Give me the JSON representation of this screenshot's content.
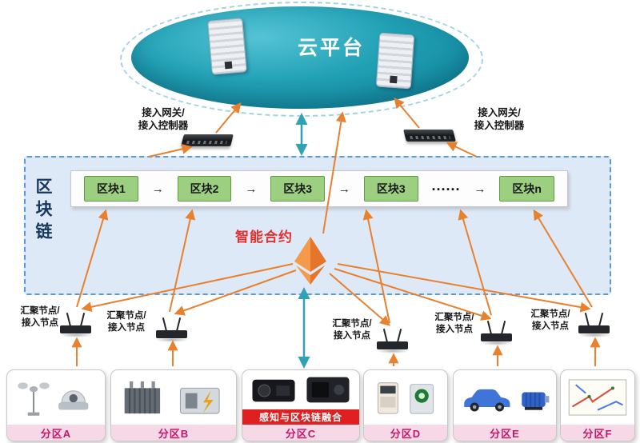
{
  "cloud": {
    "label": "云平台"
  },
  "gateway_left": {
    "line1": "接入网关/",
    "line2": "接入控制器"
  },
  "gateway_right": {
    "line1": "接入网关/",
    "line2": "接入控制器"
  },
  "blockchain": {
    "label": "区块链",
    "blocks": [
      "区块1",
      "区块2",
      "区块3",
      "区块3"
    ],
    "dots": "......",
    "block_n": "区块n",
    "arrow": "→",
    "smart_contract": "智能合约"
  },
  "node_label": {
    "line1": "汇聚节点/",
    "line2": "接入节点"
  },
  "partitions": [
    {
      "name": "分区A"
    },
    {
      "name": "分区B"
    },
    {
      "name": "分区C",
      "fusion_label": "感知与区块链融合"
    },
    {
      "name": "分区D"
    },
    {
      "name": "分区E"
    },
    {
      "name": "分区F"
    }
  ],
  "colors": {
    "cloud_teal": "#1a97ad",
    "box_border_blue": "#5b9bd5",
    "block_green": "#9ccf7f",
    "arrow_orange": "#e8802e",
    "arrow_teal": "#2fa3b5",
    "smart_contract_red": "#e53030",
    "partition_label_magenta": "#c2186b",
    "eth_orange": "#ee7f2d"
  }
}
